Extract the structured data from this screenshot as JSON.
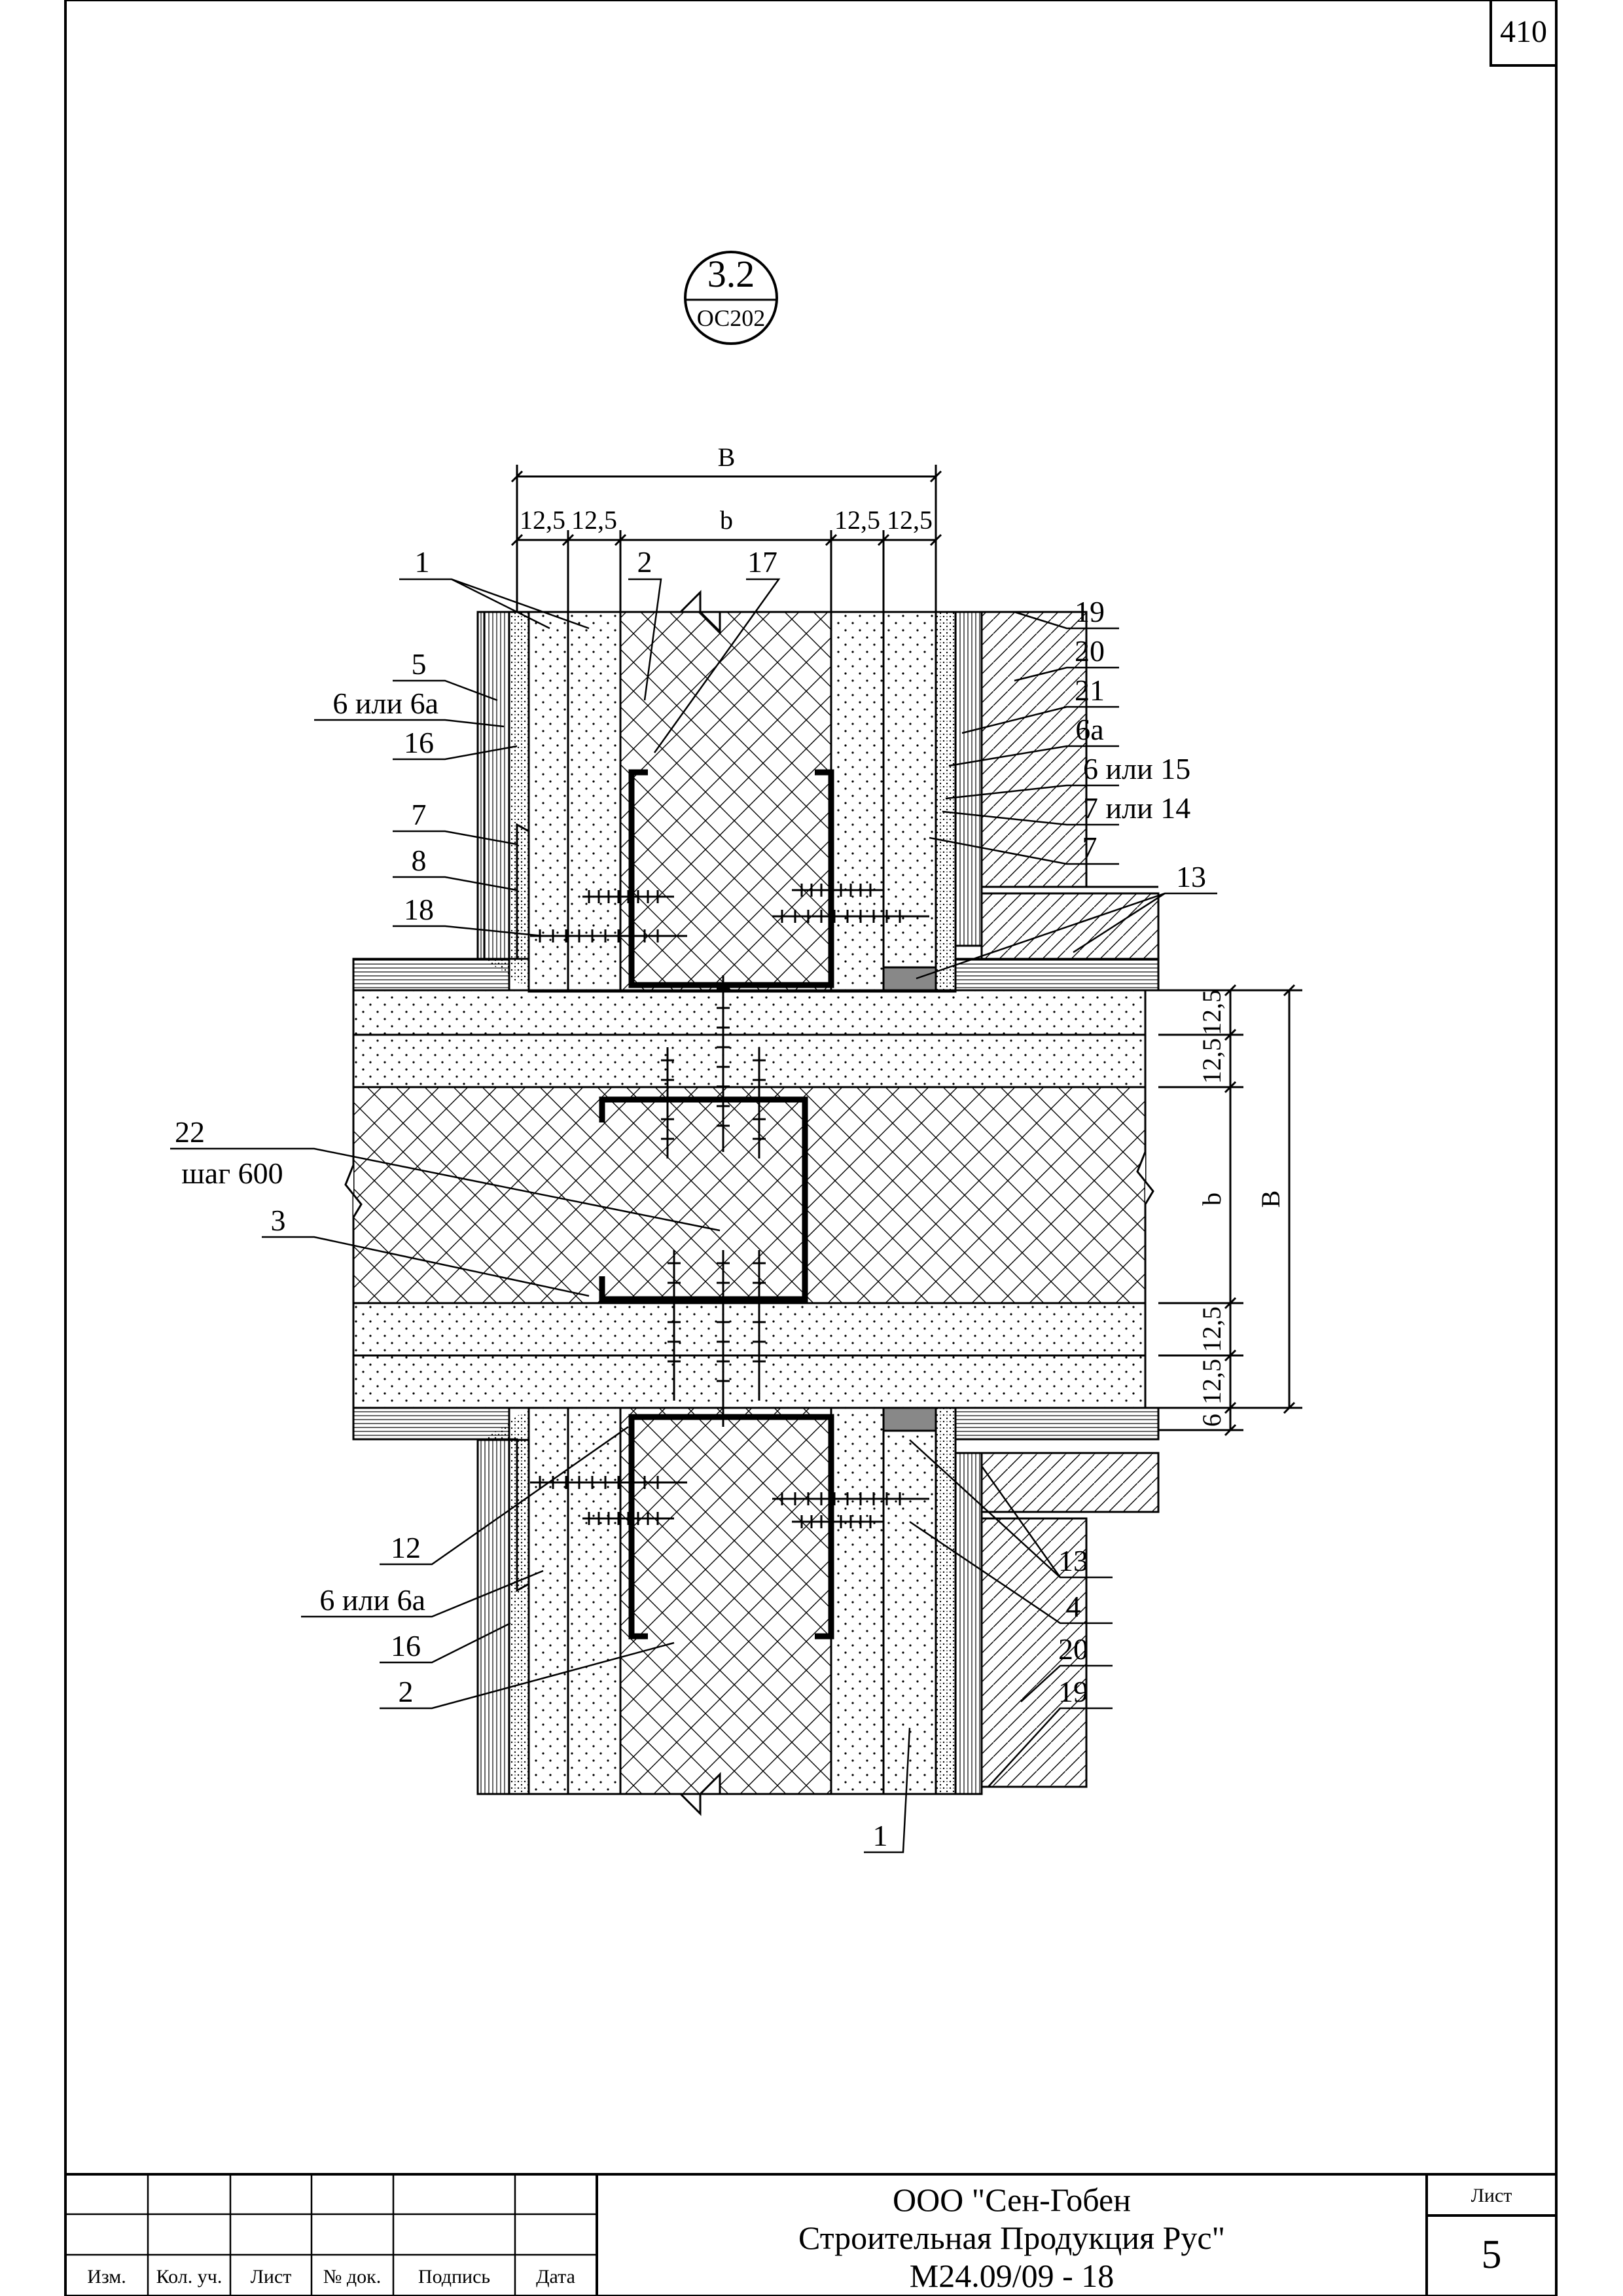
{
  "sheet_corner_number": "410",
  "detail_marker": {
    "top": "3.2",
    "bottom": "ОС202"
  },
  "dimensions": {
    "top_overall": "В",
    "top_inner": "b",
    "top_layers": [
      "12,5",
      "12,5",
      "12,5",
      "12,5"
    ],
    "right_overall": "В",
    "right_inner": "b",
    "right_layers": [
      "12,5",
      "12,5",
      "12,5",
      "12,5",
      "6"
    ]
  },
  "callouts": {
    "c1_top": "1",
    "c2_top": "2",
    "c17": "17",
    "c19_top": "19",
    "c20_top": "20",
    "c21": "21",
    "c6a": "6а",
    "c6or15": "6 или 15",
    "c7or14": "7 или 14",
    "c7_right": "7",
    "c13_top": "13",
    "c5": "5",
    "c6or6a_top": "6 или 6а",
    "c16_top": "16",
    "c7_left": "7",
    "c8": "8",
    "c18": "18",
    "c22": "22",
    "c22_step": "шаг 600",
    "c3": "3",
    "c12": "12",
    "c6or6a_bottom": "6 или 6а",
    "c16_bottom": "16",
    "c2_bottom": "2",
    "c13_bottom": "13",
    "c4": "4",
    "c20_bottom": "20",
    "c19_bottom": "19",
    "c1_bottom": "1"
  },
  "title_block": {
    "columns": [
      "Изм.",
      "Кол. уч.",
      "Лист",
      "№ док.",
      "Подпись",
      "Дата"
    ],
    "company_line1": "ООО \"Сен-Гобен",
    "company_line2": "Строительная Продукция Рус\"",
    "doc_code": "М24.09/09 - 18",
    "sheet_label": "Лист",
    "sheet_number": "5"
  }
}
